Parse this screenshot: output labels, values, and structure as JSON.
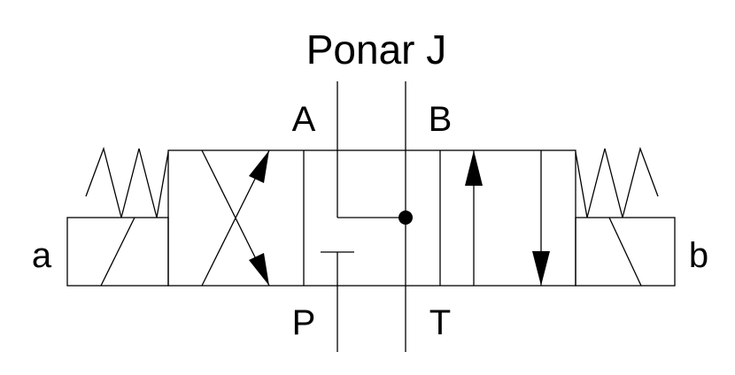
{
  "diagram": {
    "title": "Ponar J",
    "ports": {
      "a": "a",
      "b": "b",
      "A": "A",
      "B": "B",
      "P": "P",
      "T": "T"
    }
  }
}
